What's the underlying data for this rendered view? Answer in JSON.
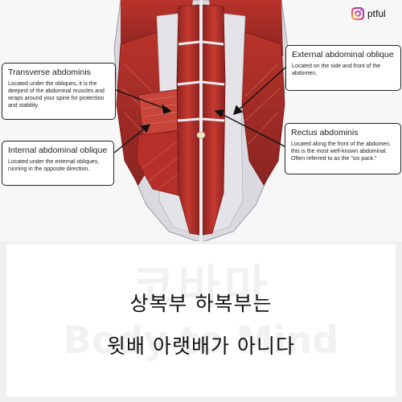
{
  "brand": {
    "icon": "instagram-icon",
    "handle": "ptful"
  },
  "labels": {
    "transverse": {
      "title": "Transverse abdominis",
      "description": "Located under the obliques, it is the deepest of the abdominal muscles and wraps around your spine for protection and stability."
    },
    "internal": {
      "title": "Internal abdominal oblique",
      "description": "Located under the external obliques, running in the opposite direction."
    },
    "external": {
      "title": "External abdominal oblique",
      "description": "Located on the side and front of the abdomen."
    },
    "rectus": {
      "title": "Rectus abdominis",
      "description": "Located along the front of the abdomen, this is the most well-known abdominal. Often referred to as the \"six pack.\""
    }
  },
  "caption": {
    "line1": "상복부 하복부는",
    "line2": "윗배 아랫배가 아니다",
    "watermark_ko": "코바마",
    "watermark_en": "Body to Mind"
  },
  "colors": {
    "muscle": "#b8332b",
    "muscle_dark": "#7e1c18",
    "muscle_light": "#d9604f",
    "fascia": "#e3e3e8",
    "skin_bg": "#f7f7f7"
  }
}
